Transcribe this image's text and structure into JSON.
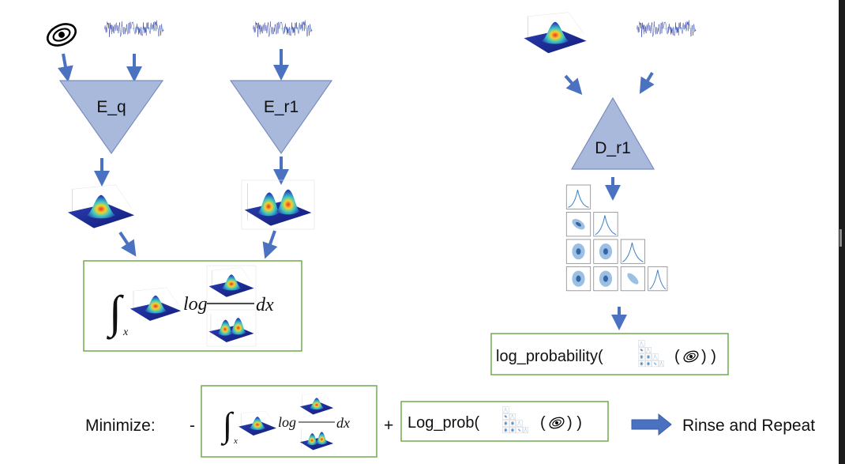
{
  "labels": {
    "encoder_q": "E_q",
    "encoder_r1": "E_r1",
    "decoder_r1": "D_r1",
    "minimize": "Minimize:",
    "minus": "-",
    "plus": "+",
    "log_probability_open": "log_probability(",
    "log_probability_close": "( ",
    "close_parens": ") )",
    "log_prob_open": "Log_prob(",
    "rinse_repeat": "Rinse and Repeat"
  },
  "math": {
    "log": "log",
    "dx": "dx",
    "x": "x",
    "integral": "∫"
  },
  "colors": {
    "triangle_fill": "#a9b9dc",
    "triangle_stroke": "#7a8dbe",
    "arrow": "#4a72c0",
    "box_border": "#78b05a",
    "signal": "#1f2f99"
  },
  "icons": {
    "galaxy": "galaxy-icon",
    "signal": "waveform-icon",
    "posterior": "gaussian-surface-icon",
    "corner": "corner-plot-icon"
  }
}
